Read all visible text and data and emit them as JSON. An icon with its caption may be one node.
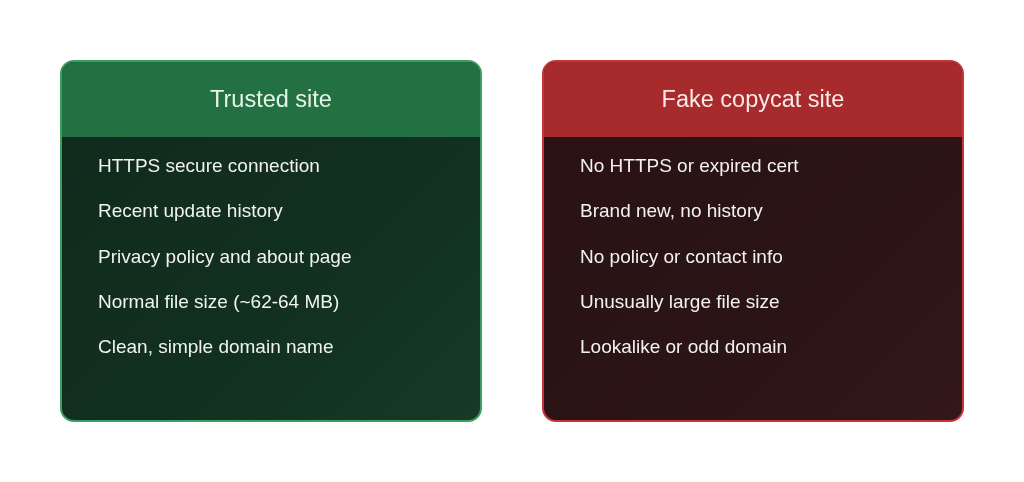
{
  "diagram": {
    "nodes": [
      {
        "text": [
          "Trusted site",
          "HTTPS secure connection",
          "Recent update history",
          "Privacy policy and about page",
          "Normal file size (~62-64 MB)",
          "Clean, simple domain name"
        ]
      },
      {
        "text": [
          "Fake copycat site",
          "No HTTPS or expired cert",
          "Brand new, no history",
          "No policy or contact info",
          "Unusually large file size",
          "Lookalike or odd domain"
        ]
      }
    ]
  }
}
